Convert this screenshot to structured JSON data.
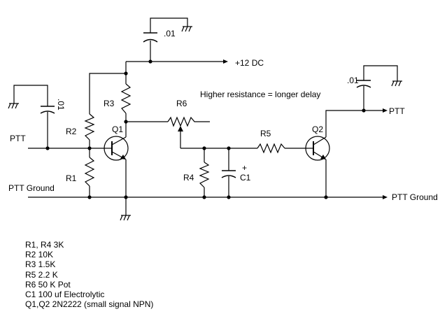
{
  "labels": {
    "cap_top": ".01",
    "supply": "+12 DC",
    "note": "Higher resistance = longer delay",
    "cap_right": ".01",
    "ptt_out": "PTT",
    "r3": "R3",
    "r6": "R6",
    "r2": "R2",
    "q1": "Q1",
    "ptt_in": "PTT",
    "cap_left": ".01",
    "r1": "R1",
    "ptt_ground_left": "PTT Ground",
    "r5": "R5",
    "q2": "Q2",
    "r4": "R4",
    "c1_plus": "+",
    "c1": "C1",
    "ptt_ground_right": "PTT Ground"
  },
  "parts_list": [
    "R1, R4 3K",
    "R2 10K",
    "R3 1.5K",
    "R5 2.2 K",
    "R6 50 K Pot",
    "C1 100 uf Electrolytic",
    "Q1,Q2 2N2222 (small signal NPN)"
  ]
}
